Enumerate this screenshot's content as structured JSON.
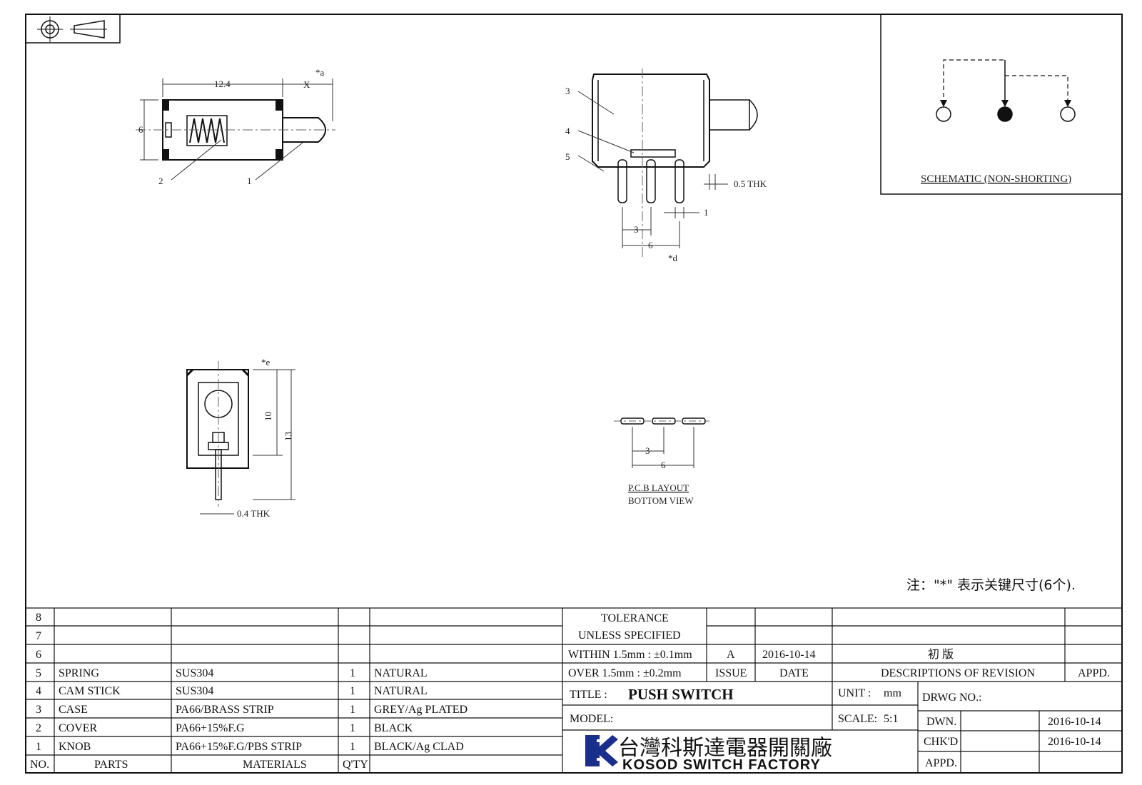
{
  "views": {
    "top": {
      "dim_length": "12.4",
      "dim_travel": "X",
      "dim_height": "6",
      "key_mark": "*a",
      "callout_spring": "2",
      "callout_knob": "1"
    },
    "side": {
      "callout_case": "3",
      "callout_cam": "4",
      "callout_spring": "5",
      "dim_thk": "0.5 THK",
      "dim_pin": "1",
      "dim_pitch": "3",
      "dim_span": "6",
      "key_mark": "*d"
    },
    "front": {
      "key_mark": "*e",
      "dim_inner": "10",
      "dim_outer": "13",
      "dim_thk": "0.4 THK"
    },
    "pcb": {
      "dim_pitch": "3",
      "dim_span": "6",
      "title_line1": "P.C.B LAYOUT",
      "title_line2": "BOTTOM VIEW"
    },
    "schematic": {
      "label": "SCHEMATIC (NON-SHORTING)"
    }
  },
  "note": "注：\"*\"  表示关键尺寸(6个).",
  "bom": {
    "rows": [
      {
        "no": "8",
        "part": "",
        "material": "",
        "qty": "",
        "finish": ""
      },
      {
        "no": "7",
        "part": "",
        "material": "",
        "qty": "",
        "finish": ""
      },
      {
        "no": "6",
        "part": "",
        "material": "",
        "qty": "",
        "finish": ""
      },
      {
        "no": "5",
        "part": "SPRING",
        "material": "SUS304",
        "qty": "1",
        "finish": "NATURAL"
      },
      {
        "no": "4",
        "part": "CAM STICK",
        "material": "SUS304",
        "qty": "1",
        "finish": "NATURAL"
      },
      {
        "no": "3",
        "part": "CASE",
        "material": "PA66/BRASS STRIP",
        "qty": "1",
        "finish": "GREY/Ag PLATED"
      },
      {
        "no": "2",
        "part": "COVER",
        "material": "PA66+15%F.G",
        "qty": "1",
        "finish": "BLACK"
      },
      {
        "no": "1",
        "part": "KNOB",
        "material": "PA66+15%F.G/PBS STRIP",
        "qty": "1",
        "finish": "BLACK/Ag CLAD"
      }
    ],
    "header": {
      "no": "NO.",
      "part": "PARTS",
      "material": "MATERIALS",
      "qty": "Q'TY"
    }
  },
  "title_block": {
    "tolerance_line1": "TOLERANCE",
    "tolerance_line2": "UNLESS  SPECIFIED",
    "tolerance_line3": "WITHIN 1.5mm : ±0.1mm",
    "tolerance_line4": "OVER 1.5mm : ±0.2mm",
    "revision": {
      "issue": "A",
      "date": "2016-10-14",
      "description": "初  版",
      "appd": ""
    },
    "rev_header": {
      "issue": "ISSUE",
      "date": "DATE",
      "description": "DESCRIPTIONS OF REVISION",
      "appd": "APPD."
    },
    "title_label": "TITLE :",
    "title_value": "PUSH SWITCH",
    "unit_label": "UNIT :",
    "unit_value": "mm",
    "model_label": "MODEL:",
    "scale_label": "SCALE:",
    "scale_value": "5:1",
    "drwg_label": "DRWG NO.:",
    "dwn_label": "DWN.",
    "dwn_date": "2016-10-14",
    "chkd_label": "CHK'D",
    "chkd_date": "2016-10-14",
    "appd_label": "APPD.",
    "company_cn": "台灣科斯達電器開關廠",
    "company_en": "KOSOD SWITCH FACTORY"
  }
}
